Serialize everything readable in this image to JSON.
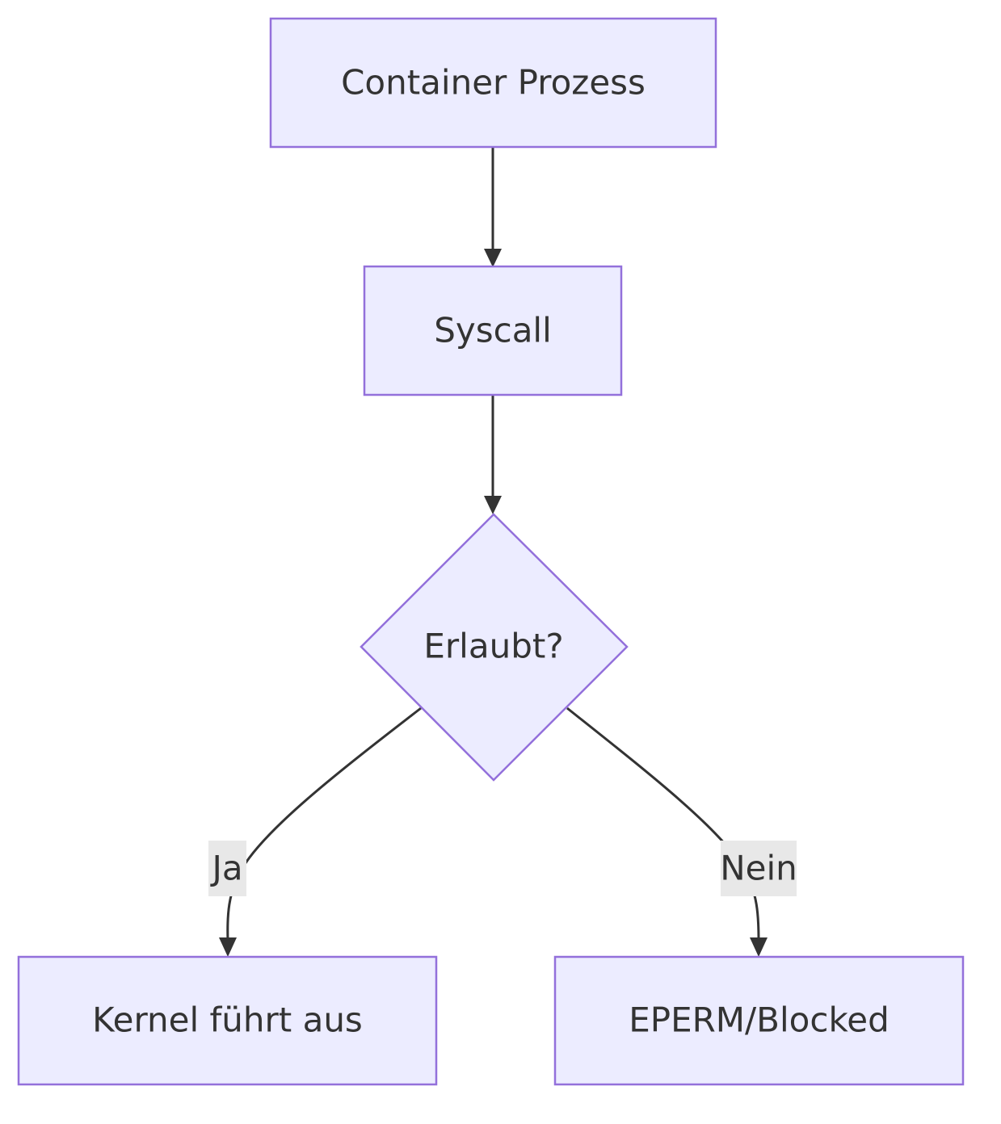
{
  "nodes": {
    "container": {
      "label": "Container Prozess"
    },
    "syscall": {
      "label": "Syscall"
    },
    "decision": {
      "label": "Erlaubt?"
    },
    "kernel": {
      "label": "Kernel führt aus"
    },
    "blocked": {
      "label": "EPERM/Blocked"
    }
  },
  "edges": {
    "yes": {
      "label": "Ja"
    },
    "no": {
      "label": "Nein"
    }
  },
  "colors": {
    "node_fill": "#ECECFF",
    "node_stroke": "#9370DB",
    "edge": "#333333",
    "edge_label_bg": "#e8e8e8",
    "text": "#333333"
  }
}
